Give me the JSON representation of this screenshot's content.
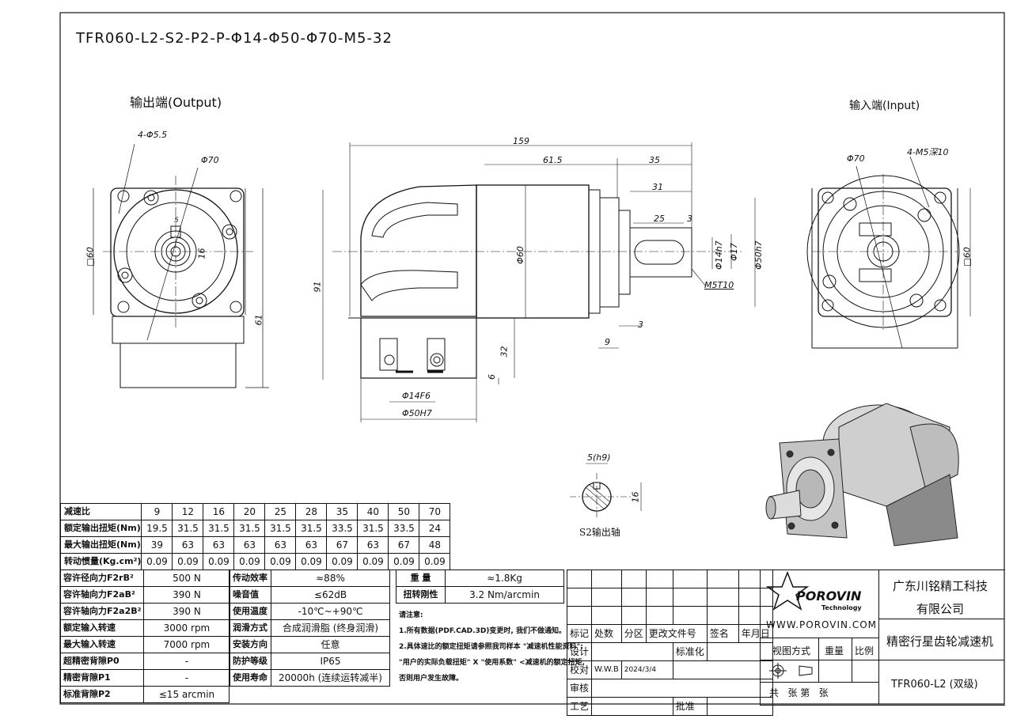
{
  "drawing": {
    "model": "TFR060-L2-S2-P2-P-Φ14-Φ50-Φ70-M5-32",
    "output_label": "输出端(Output)",
    "input_label": "输入端(Input)",
    "shaft_label": "S2输出轴"
  },
  "dims": {
    "out_holes": "4-Φ5.5",
    "out_pcd": "Φ70",
    "out_square": "□60",
    "out_height": "61",
    "key_w": "5",
    "key_h": "16",
    "len_total": "159",
    "len_body": "61.5",
    "len_shaft": "35",
    "len_31": "31",
    "len_25": "25",
    "len_3a": "3",
    "h91": "91",
    "dia60": "Φ60",
    "shaft_dia": "Φ14h7",
    "dia17": "Φ17",
    "pilot": "Φ50h7",
    "tap": "M5T10",
    "len_3b": "3",
    "len_9": "9",
    "h32": "32",
    "h6": "6",
    "in_bore": "Φ14F6",
    "in_pilot": "Φ50H7",
    "in_pcd": "Φ70",
    "in_holes": "4-M5深10",
    "in_square": "□60",
    "s2_key": "5(h9)",
    "s2_h": "16"
  },
  "perf_table": {
    "headers": [
      "减速比",
      "9",
      "12",
      "16",
      "20",
      "25",
      "28",
      "35",
      "40",
      "50",
      "70"
    ],
    "rows": [
      [
        "额定输出扭矩(Nm)",
        "19.5",
        "31.5",
        "31.5",
        "31.5",
        "31.5",
        "31.5",
        "33.5",
        "31.5",
        "33.5",
        "24"
      ],
      [
        "最大输出扭矩(Nm)",
        "39",
        "63",
        "63",
        "63",
        "63",
        "63",
        "67",
        "63",
        "67",
        "48"
      ],
      [
        "转动惯量(Kg.cm²)",
        "0.09",
        "0.09",
        "0.09",
        "0.09",
        "0.09",
        "0.09",
        "0.09",
        "0.09",
        "0.09",
        "0.09"
      ]
    ]
  },
  "specs": {
    "left": [
      [
        "容许径向力F2rB²",
        "500 N"
      ],
      [
        "容许轴向力F2aB²",
        "390 N"
      ],
      [
        "容许轴向力F2a2B²",
        "390 N"
      ],
      [
        "额定输入转速",
        "3000 rpm"
      ],
      [
        "最大输入转速",
        "7000 rpm"
      ],
      [
        "超精密背隙P0",
        "-"
      ],
      [
        "精密背隙P1",
        "-"
      ],
      [
        "标准背隙P2",
        "≤15 arcmin"
      ]
    ],
    "mid": [
      [
        "传动效率",
        "≈88%"
      ],
      [
        "噪音值",
        "≤62dB"
      ],
      [
        "使用温度",
        "-10℃~+90℃"
      ],
      [
        "润滑方式",
        "合成润滑脂 (终身润滑)"
      ],
      [
        "安装方向",
        "任意"
      ],
      [
        "防护等级",
        "IP65"
      ],
      [
        "使用寿命",
        "20000h (连续运转减半)"
      ]
    ],
    "weight_label": "重 量",
    "weight": "≈1.8Kg",
    "rigidity_label": "扭转刚性",
    "rigidity": "3.2 Nm/arcmin"
  },
  "notes": {
    "title": "请注意:",
    "line1": "1.所有数据(PDF.CAD.3D)变更时, 我们不做通知。",
    "line2": "2.具体速比的额定扭矩请参照我司样本 \"减速机性能资料\";",
    "line3": "\"用户的实际负载扭矩\" X \"使用系数\" <减速机的额定扭矩,",
    "line4": "否则用户发生故障。"
  },
  "revision": {
    "h1": "标记",
    "h2": "处数",
    "h3": "分区",
    "h4": "更改文件号",
    "h5": "签名",
    "h6": "年月日",
    "design": "设计",
    "std": "标准化",
    "check": "校对",
    "checker": "W.W.B",
    "date": "2024/3/4",
    "review": "审核",
    "craft": "工艺",
    "approve": "批准"
  },
  "title_block": {
    "brand": "POROVIN",
    "brand_sub": "Technology",
    "website": "WWW.POROVIN.COM",
    "company1": "广东川铭精工科技",
    "company2": "有限公司",
    "product": "精密行星齿轮减速机",
    "view_method": "视图方式",
    "weight": "重量",
    "scale": "比例",
    "sheets": "共   张 第   张",
    "model": "TFR060-L2 (双级)"
  }
}
